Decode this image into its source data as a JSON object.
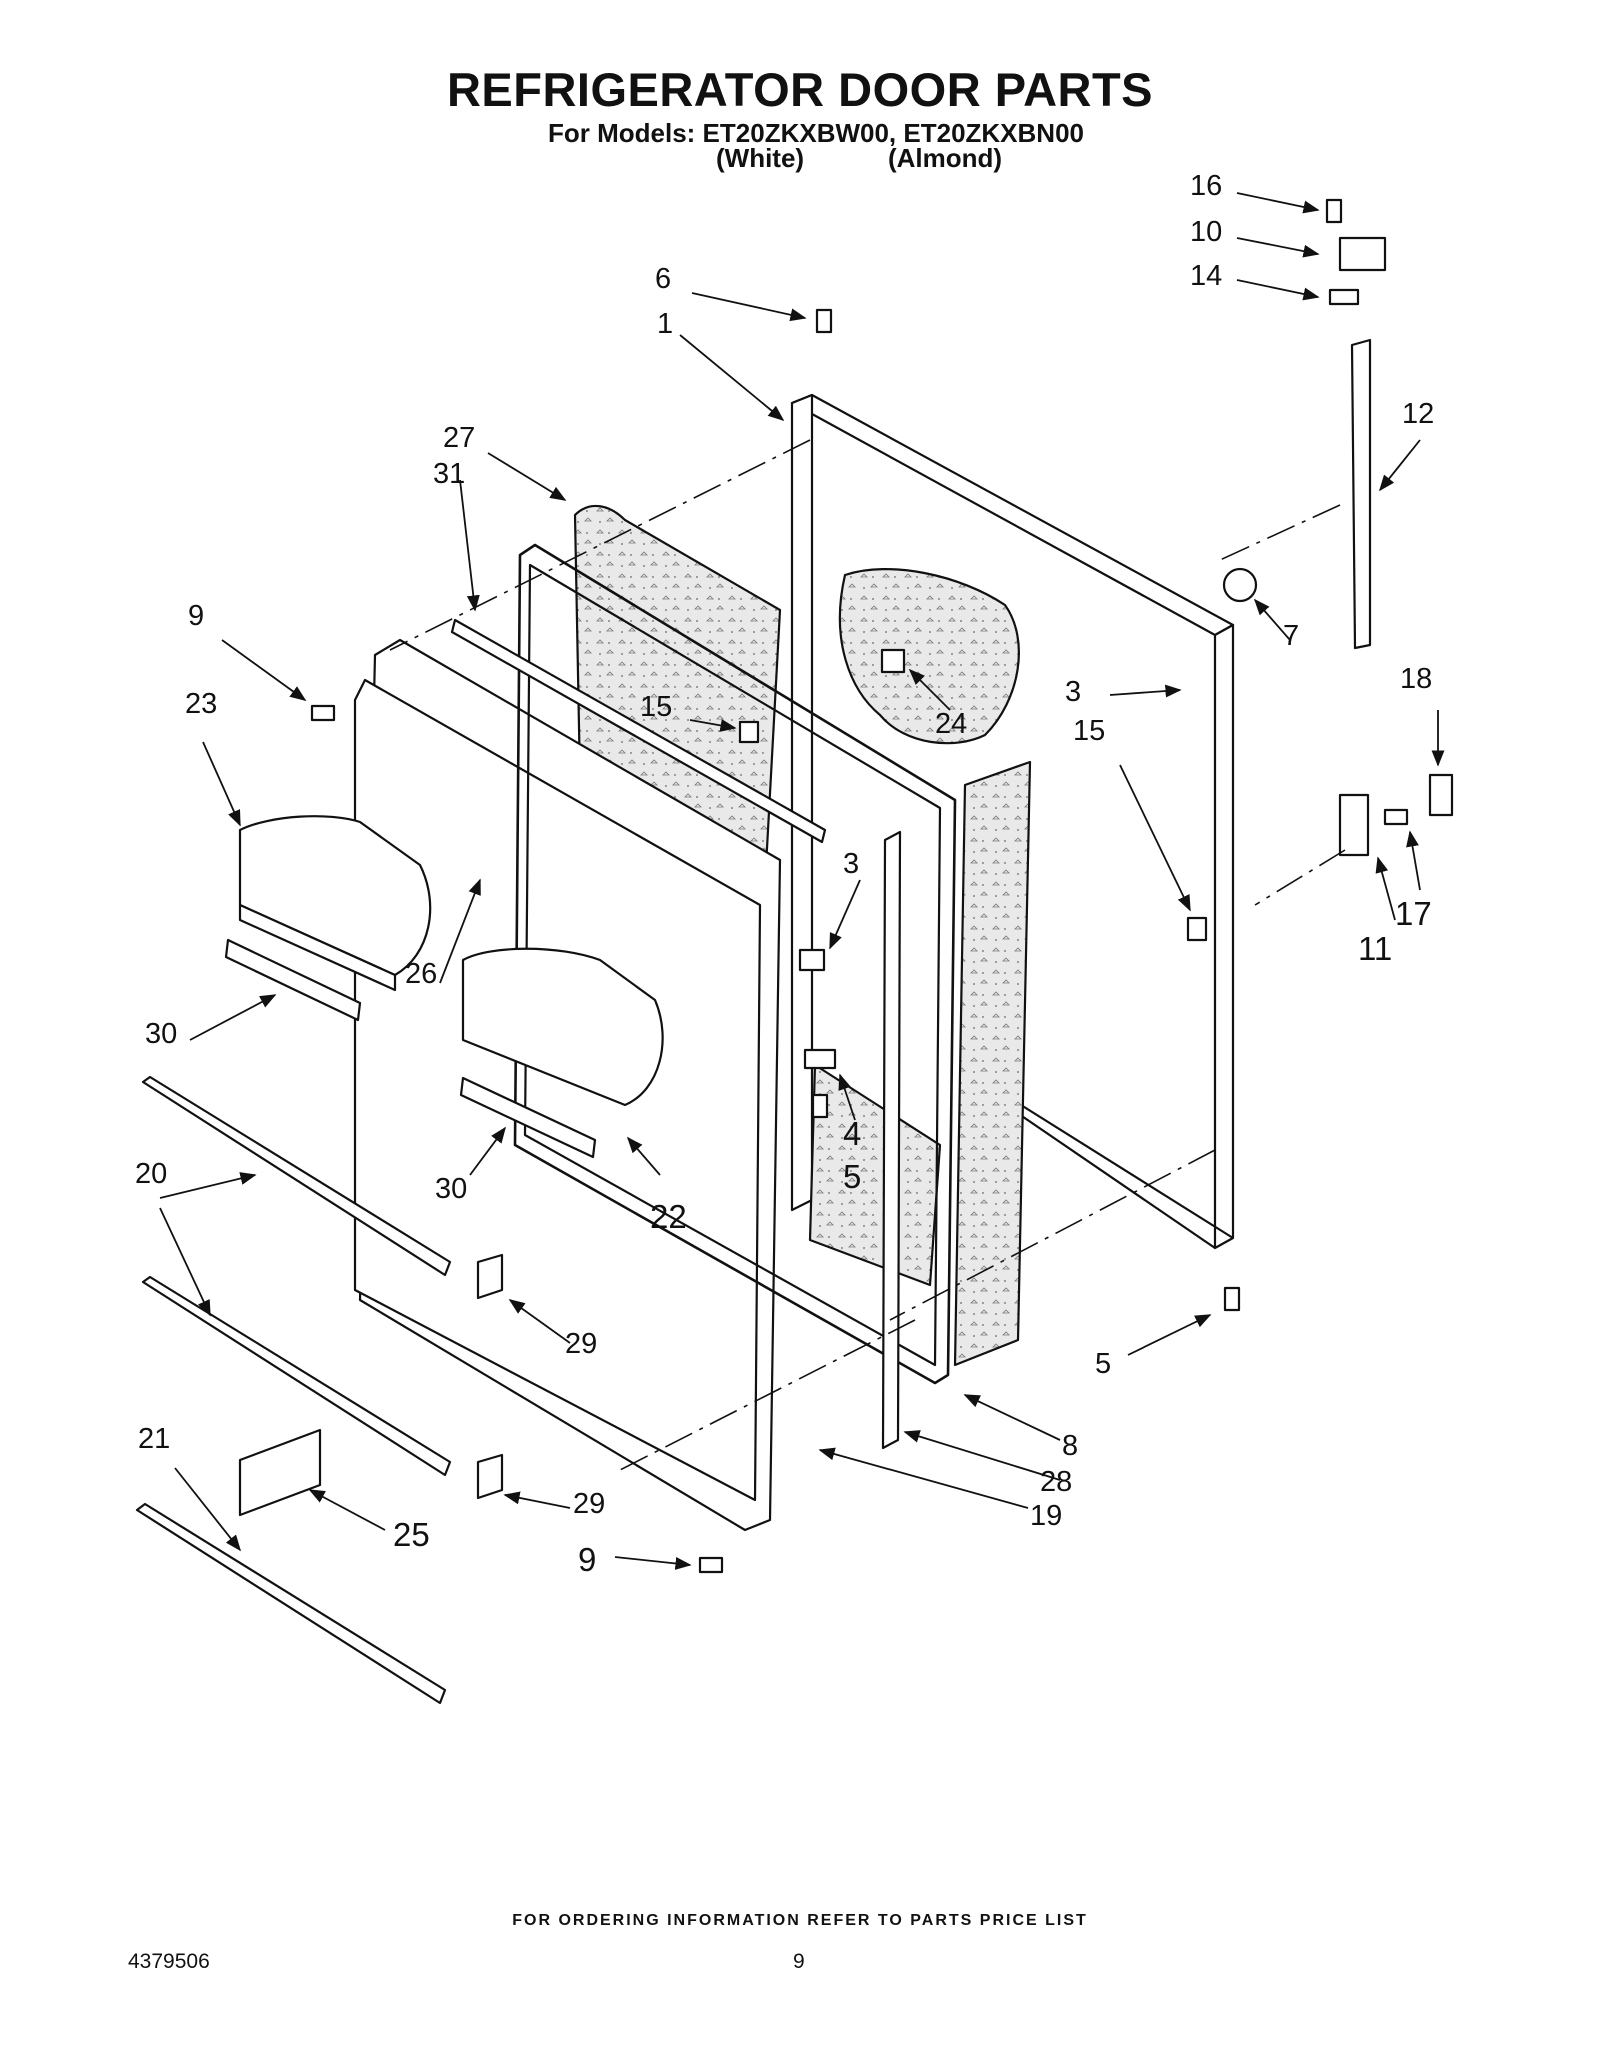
{
  "header": {
    "title": "REFRIGERATOR DOOR PARTS",
    "models_line": "For Models: ET20ZKXBW00, ET20ZKXBN00",
    "variant_white": "(White)",
    "variant_almond": "(Almond)"
  },
  "callouts": [
    {
      "id": "c16",
      "label": "16"
    },
    {
      "id": "c10",
      "label": "10"
    },
    {
      "id": "c14",
      "label": "14"
    },
    {
      "id": "c6",
      "label": "6"
    },
    {
      "id": "c1",
      "label": "1"
    },
    {
      "id": "c12",
      "label": "12"
    },
    {
      "id": "c27",
      "label": "27"
    },
    {
      "id": "c31",
      "label": "31"
    },
    {
      "id": "c7",
      "label": "7"
    },
    {
      "id": "c9a",
      "label": "9"
    },
    {
      "id": "c23",
      "label": "23"
    },
    {
      "id": "c15a",
      "label": "15"
    },
    {
      "id": "c24",
      "label": "24"
    },
    {
      "id": "c3a",
      "label": "3"
    },
    {
      "id": "c15b",
      "label": "15"
    },
    {
      "id": "c18",
      "label": "18"
    },
    {
      "id": "c3b",
      "label": "3"
    },
    {
      "id": "c17",
      "label": "17"
    },
    {
      "id": "c11",
      "label": "11"
    },
    {
      "id": "c26",
      "label": "26"
    },
    {
      "id": "c30a",
      "label": "30"
    },
    {
      "id": "c4",
      "label": "4"
    },
    {
      "id": "c5a",
      "label": "5"
    },
    {
      "id": "c20",
      "label": "20"
    },
    {
      "id": "c30b",
      "label": "30"
    },
    {
      "id": "c22",
      "label": "22"
    },
    {
      "id": "c29a",
      "label": "29"
    },
    {
      "id": "c5b",
      "label": "5"
    },
    {
      "id": "c8",
      "label": "8"
    },
    {
      "id": "c28",
      "label": "28"
    },
    {
      "id": "c21",
      "label": "21"
    },
    {
      "id": "c29b",
      "label": "29"
    },
    {
      "id": "c19",
      "label": "19"
    },
    {
      "id": "c25",
      "label": "25"
    },
    {
      "id": "c9b",
      "label": "9"
    }
  ],
  "footer": {
    "ordering_note": "FOR ORDERING INFORMATION REFER TO PARTS PRICE LIST",
    "document_number": "4379506",
    "page_number": "9"
  }
}
